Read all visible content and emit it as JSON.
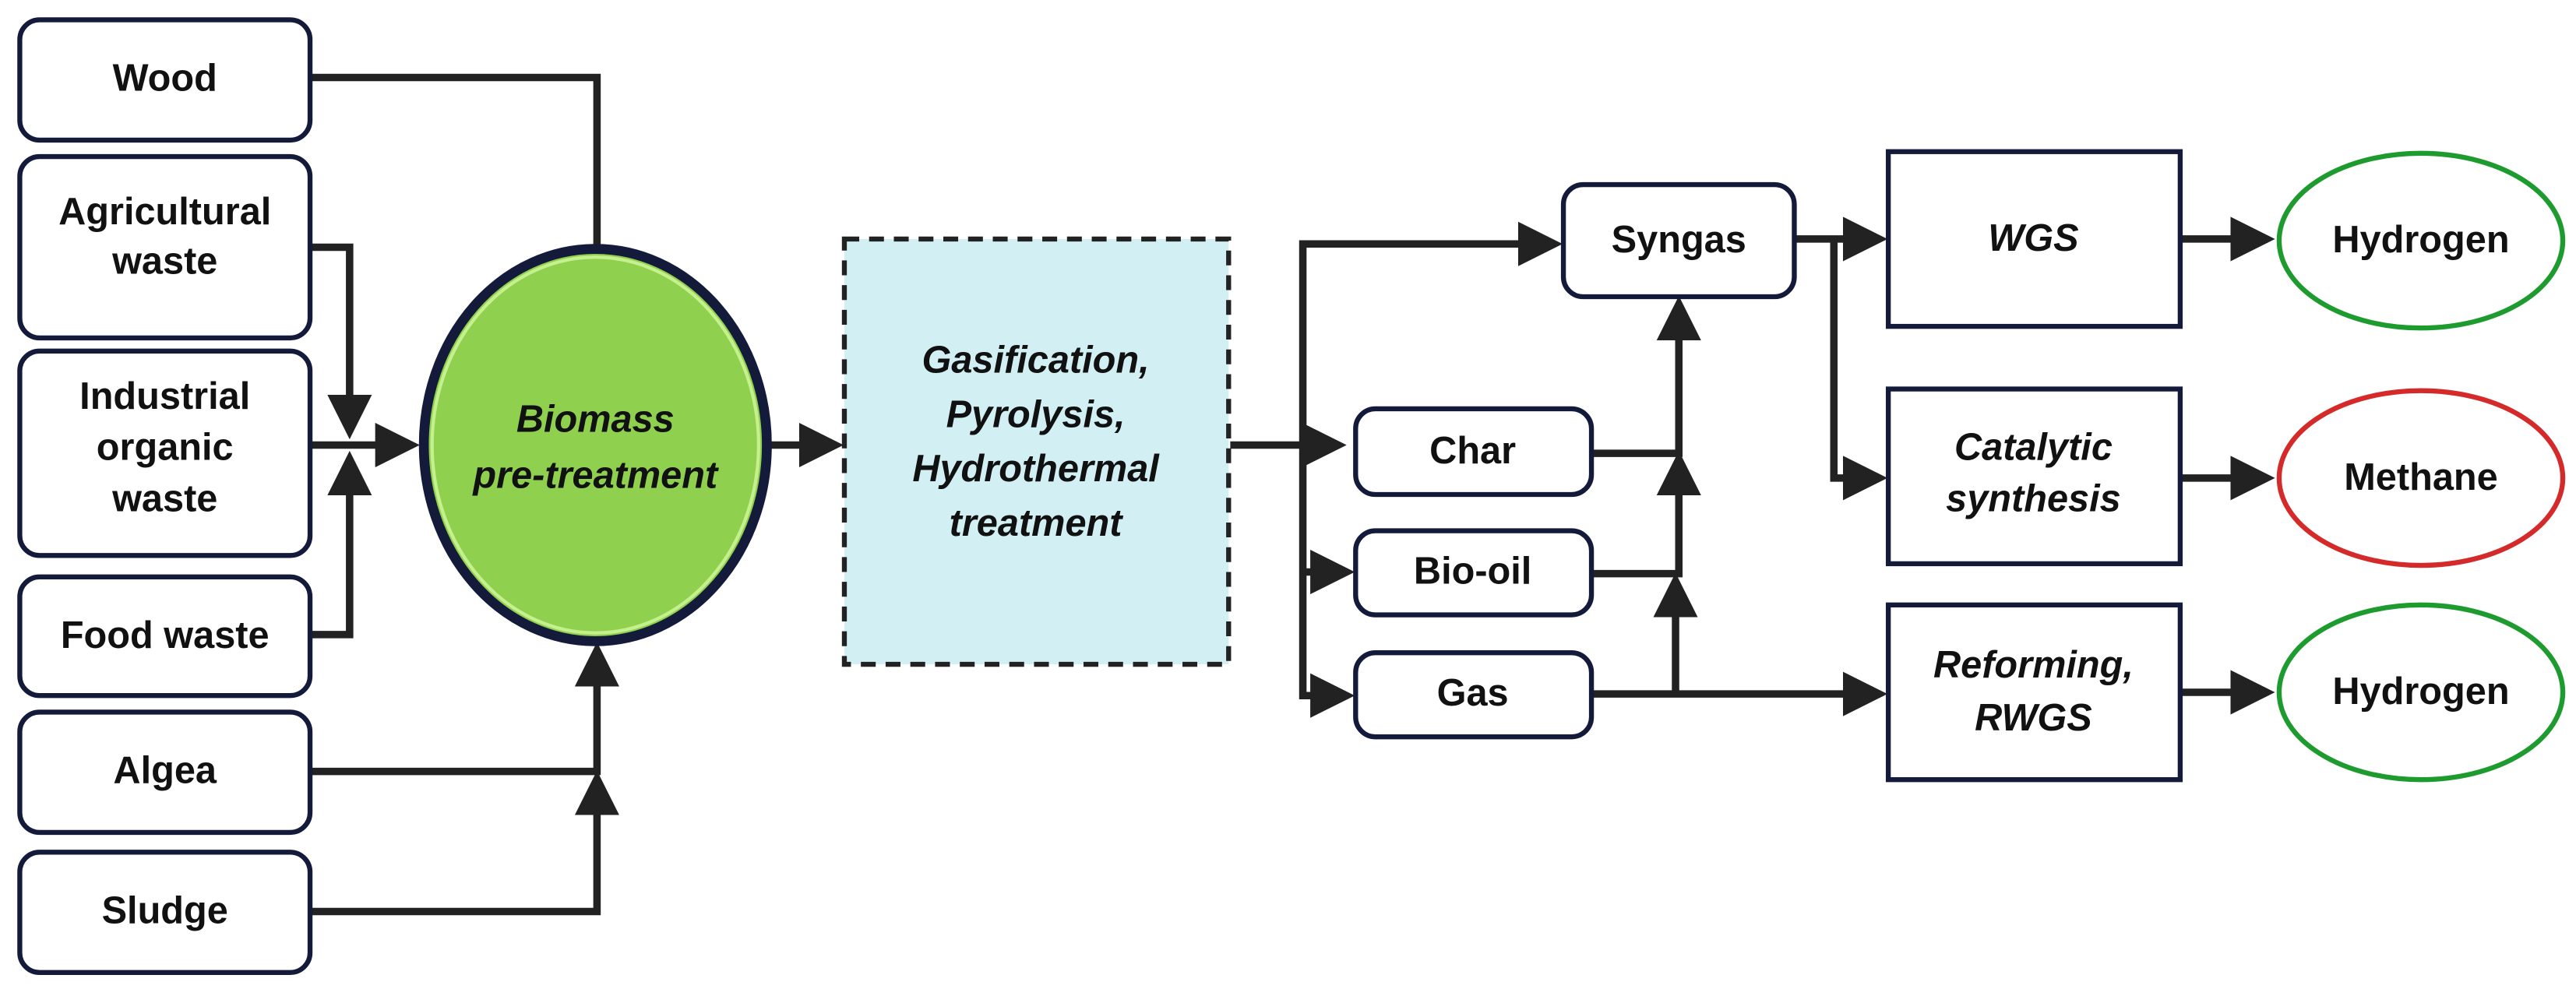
{
  "sources": [
    {
      "lines": [
        "Wood"
      ]
    },
    {
      "lines": [
        "Agricultural",
        "waste"
      ]
    },
    {
      "lines": [
        "Industrial",
        "organic",
        "waste"
      ]
    },
    {
      "lines": [
        "Food waste"
      ]
    },
    {
      "lines": [
        "Algea"
      ]
    },
    {
      "lines": [
        "Sludge"
      ]
    }
  ],
  "pretreatment": {
    "lines": [
      "Biomass",
      "pre-treatment"
    ],
    "fill": "#8fd14f",
    "stroke": "#141a3a"
  },
  "conversion": {
    "lines": [
      "Gasification,",
      "Pyrolysis,",
      "Hydrothermal",
      "treatment"
    ],
    "fill": "#d2f0f4"
  },
  "intermediates": {
    "syngas": "Syngas",
    "char": "Char",
    "biooil": "Bio-oil",
    "gas": "Gas"
  },
  "processes": [
    {
      "lines": [
        "WGS"
      ]
    },
    {
      "lines": [
        "Catalytic",
        "synthesis"
      ]
    },
    {
      "lines": [
        "Reforming,",
        "RWGS"
      ]
    }
  ],
  "products": [
    {
      "label": "Hydrogen",
      "color": "#1e9b2e"
    },
    {
      "label": "Methane",
      "color": "#d42a2a"
    },
    {
      "label": "Hydrogen",
      "color": "#1e9b2e"
    }
  ]
}
